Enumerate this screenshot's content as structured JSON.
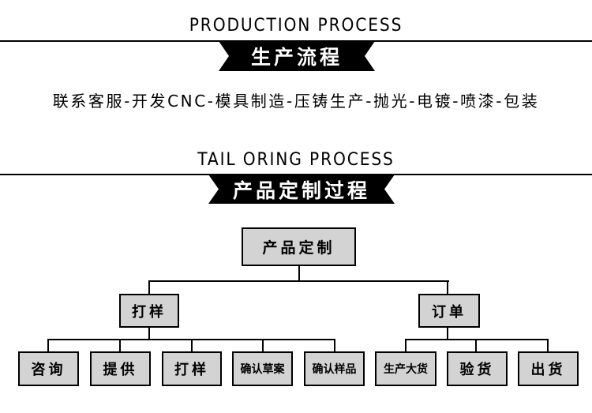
{
  "section1": {
    "english_title": "PRODUCTION PROCESS",
    "banner_label": "生产流程",
    "process_steps_text": "联系客服-开发CNC-模具制造-压铸生产-抛光-电镀-喷漆-包装",
    "process_steps": [
      "联系客服",
      "开发CNC",
      "模具制造",
      "压铸生产",
      "抛光",
      "电镀",
      "喷漆",
      "包装"
    ]
  },
  "section2": {
    "english_title": "TAIL ORING PROCESS",
    "banner_label": "产品定制过程"
  },
  "tree": {
    "root": "产品定制",
    "branches": [
      {
        "label": "打样",
        "children": [
          "咨询",
          "提供",
          "打样",
          "确认草案",
          "确认样品"
        ]
      },
      {
        "label": "订单",
        "children": [
          "生产大货",
          "验货",
          "出货"
        ]
      }
    ]
  },
  "colors": {
    "banner_bg": "#000000",
    "banner_text": "#ffffff",
    "node_fill": "#d3d3d3",
    "node_border": "#000000",
    "line": "#000000"
  }
}
